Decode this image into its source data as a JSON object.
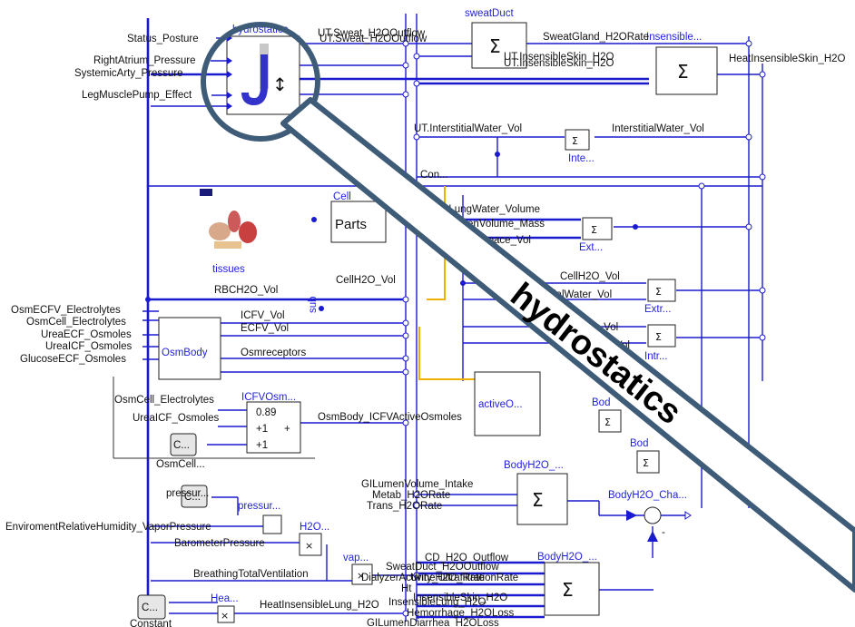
{
  "callout_title": "hydrostatics",
  "blocks": {
    "hydrostatics": "hydrostatics",
    "sweatDuct": "sweatDuct",
    "insensible": "Insensible...",
    "cell": "Cell",
    "parts": "Parts",
    "tissues": "tissues",
    "osmBody": "OsmBody",
    "icfv_osm": "ICFVOsm...",
    "inte": "Inte...",
    "ext": "Ext...",
    "extr": "Extr...",
    "intr": "Intr...",
    "active": "activeO...",
    "bod1": "Bod",
    "bod2": "Bod",
    "bodyh2o_top": "BodyH2O_...",
    "bodyh2o_bottom": "BodyH2O_...",
    "bodyh2o_change": "BodyH2O_Cha...",
    "pressur": "pressur...",
    "pressur_block": "pressur...",
    "h2o": "H2O...",
    "vap": "vap...",
    "hea": "Hea...",
    "constant": "Constant",
    "sub": "sub",
    "c_glyph": "C..."
  },
  "labels": {
    "status_posture": "Status_Posture",
    "right_atrium": "RightAtrium_Pressure",
    "systemic_arty": "SystemicArty_Pressure",
    "leg_muscle": "LegMusclePump_Effect",
    "ut_sweat_1": "UT.Sweat_H2OOutflow",
    "ut_sweat_2": "UT.Sweat_H2OOutflow",
    "sweatgland": "SweatGland_H2ORate",
    "ut_insens_1": "UT.InsensibleSkin_H2O",
    "ut_insens_2": "UT.InsensibleSkin_H2O",
    "heat_insens_skin": "HeatInsensibleSkin_H2O",
    "ut_interstitial": "UT.InterstitialWater_Vol",
    "interstitial": "InterstitialWater_Vol",
    "con": "Con...",
    "lung_water": "eLungWater_Volume",
    "gen_volume": "enVolume_Mass",
    "um_space": "umSpace_Vol",
    "cell_h2o_vol": "CellH2O_Vol",
    "cellh2o": "CellH2O_Vol",
    "ial_water": "ialWater_Vol",
    "ma_vol": "ma.Vol",
    "vol2": "Vol",
    "rbch2o": "RBCH2O_Vol",
    "osm_ecfv": "OsmECFV_Electrolytes",
    "osm_cell": "OsmCell_Electrolytes",
    "urea_ecf": "UreaECF_Osmoles",
    "urea_icf": "UreaICF_Osmoles",
    "glucose_ecf": "GlucoseECF_Osmoles",
    "icfv_vol": "ICFV_Vol",
    "ecfv_vol": "ECFV_Vol",
    "osmreceptors": "Osmreceptors",
    "osm_cell_2": "OsmCell_Electrolytes",
    "urea_icf_2": "UreaICF_Osmoles",
    "coef_089": "0.89",
    "coef_p1a": "+1",
    "coef_p1b": "+1",
    "plus": "+",
    "icfv_active": "OsmBody_ICFVActiveOsmoles",
    "osm_cell_3": "OsmCell...",
    "gi_lumen": "GILumenVolume_Intake",
    "metab": "Metab_H2ORate",
    "trans": "Trans_H2ORate",
    "env_humidity": "EnviromentRelativeHumidity_VaporPressure",
    "minus": "-",
    "barometer": "BarometerPressure",
    "breathing": "BreathingTotalVentilation",
    "sweat_duct": "SweatDuct_H2OOutflow",
    "cd_h2o": "CD_H2O_Outflow",
    "dialyzer": "DialyzerActivity_UltrafiltrationRate",
    "ht": "Ht",
    "urine": "UrineH2O_Rate",
    "insens_skin": "InsensibleSkin_H2O",
    "insens_lung": "InsensibleLung_H2O",
    "heat_insens_lung": "HeatInsensibleLung_H2O",
    "hemorrhage": "Hemorrhage_H2OLoss",
    "gi_diarrhea": "GILumenDiarrhea_H2OLoss"
  },
  "colors": {
    "wire": "#1a1ad0",
    "text_blue": "#1f1fe0",
    "highlight": "#f0b000",
    "lens": "#3e5b78"
  },
  "icons": {
    "sigma": "Σ",
    "arrow_updown": "↕",
    "product": "×"
  }
}
